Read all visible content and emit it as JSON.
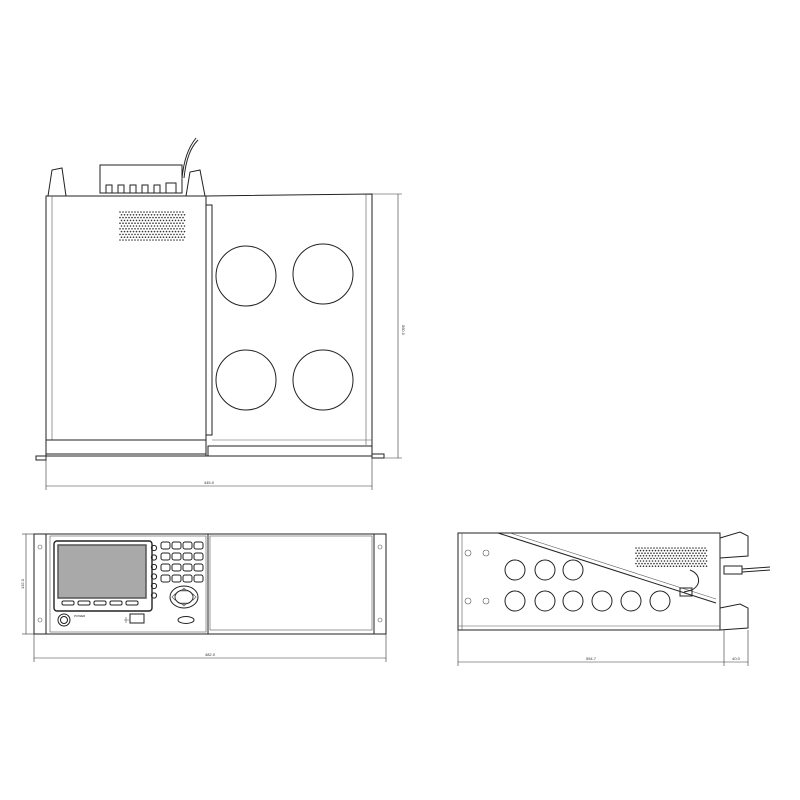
{
  "top_view": {
    "width_label": "445.0",
    "depth_label": "560.0"
  },
  "front_view": {
    "height_label": "132.0",
    "width_label": "482.0",
    "power_label": "POWER"
  },
  "side_view": {
    "depth_label": "554.7",
    "rear_label": "40.0"
  },
  "colors": {
    "line": "#222222",
    "display_screen": "#a9a9a9",
    "display_bezel": "#555555"
  }
}
